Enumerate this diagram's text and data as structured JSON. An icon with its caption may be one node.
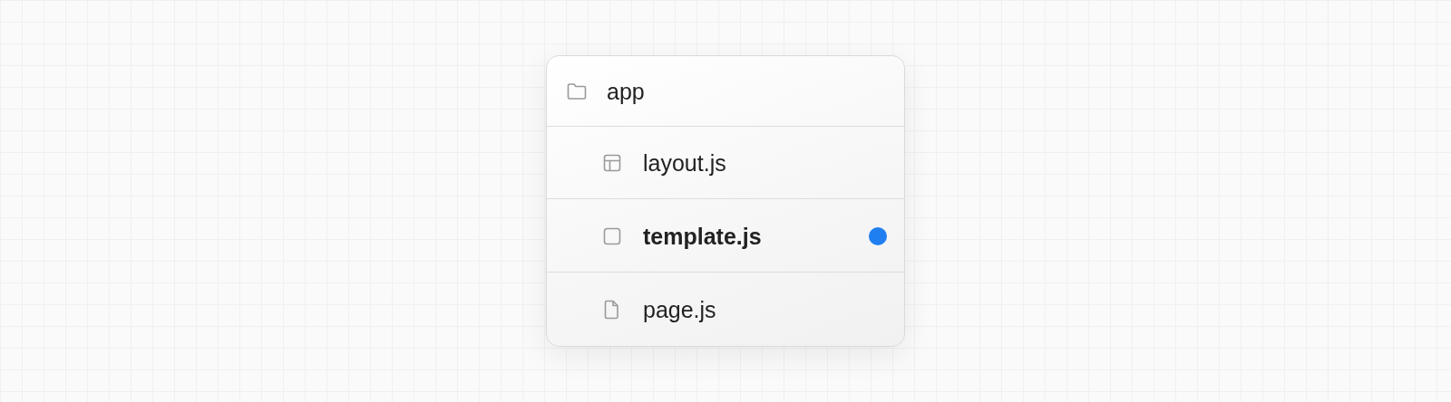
{
  "diagram": {
    "nodes": [
      {
        "text": [],
        "shape": "box"
      },
      {
        "text": [
          "app"
        ],
        "in": 0
      },
      {
        "text": [
          "layout.js"
        ],
        "in": 0
      },
      {
        "text": [
          "template.js"
        ],
        "in": 0
      },
      {
        "text": [
          "page.js"
        ],
        "in": 0
      }
    ]
  }
}
